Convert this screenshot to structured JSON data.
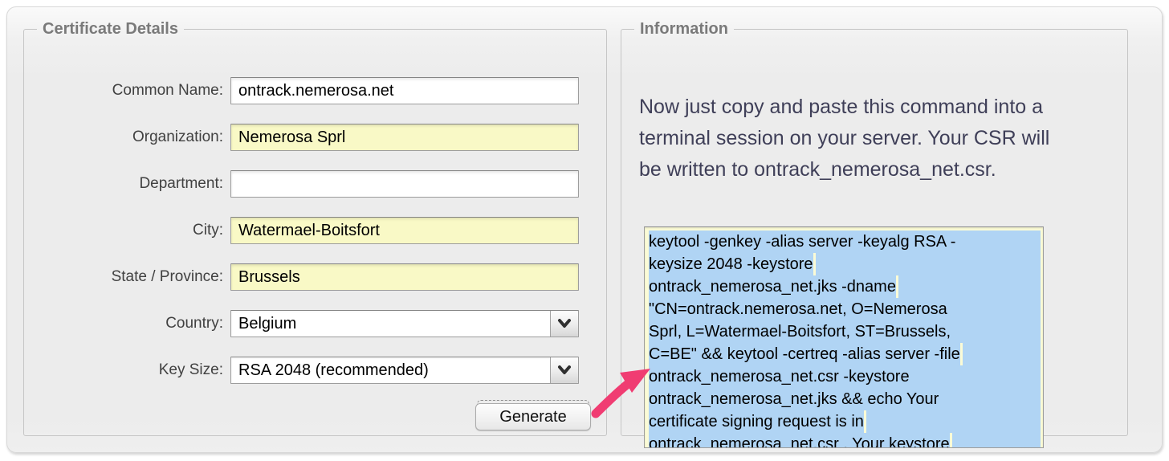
{
  "certificate_details": {
    "legend": "Certificate Details",
    "fields": [
      {
        "label": "Common Name:",
        "value": "ontrack.nemerosa.net",
        "type": "text",
        "highlighted": false
      },
      {
        "label": "Organization:",
        "value": "Nemerosa Sprl",
        "type": "text",
        "highlighted": true
      },
      {
        "label": "Department:",
        "value": "",
        "type": "text",
        "highlighted": false
      },
      {
        "label": "City:",
        "value": "Watermael-Boitsfort",
        "type": "text",
        "highlighted": true
      },
      {
        "label": "State / Province:",
        "value": "Brussels",
        "type": "text",
        "highlighted": true
      },
      {
        "label": "Country:",
        "value": "Belgium",
        "type": "select"
      },
      {
        "label": "Key Size:",
        "value": "RSA 2048 (recommended)",
        "type": "select"
      }
    ],
    "generate_label": "Generate"
  },
  "information": {
    "legend": "Information",
    "note_lines": [
      "Now just copy and paste this command into a",
      "terminal session on your server. Your CSR will",
      "be written to ontrack_nemerosa_net.csr."
    ],
    "command_lines": [
      "keytool -genkey -alias server -keyalg RSA -",
      "keysize 2048 -keystore",
      "ontrack_nemerosa_net.jks -dname",
      "\"CN=ontrack.nemerosa.net, O=Nemerosa",
      "Sprl, L=Watermael-Boitsfort, ST=Brussels,",
      "C=BE\" && keytool -certreq -alias server -file",
      "ontrack_nemerosa_net.csr -keystore",
      "ontrack_nemerosa_net.jks && echo Your",
      "certificate signing request is in",
      "ontrack_nemerosa_net.csr . Your keystore"
    ]
  },
  "colors": {
    "highlight_yellow": "#f9f9c6",
    "selection_blue": "#b0d4f4",
    "arrow_pink": "#f03c72",
    "info_text": "#3f3f58"
  }
}
